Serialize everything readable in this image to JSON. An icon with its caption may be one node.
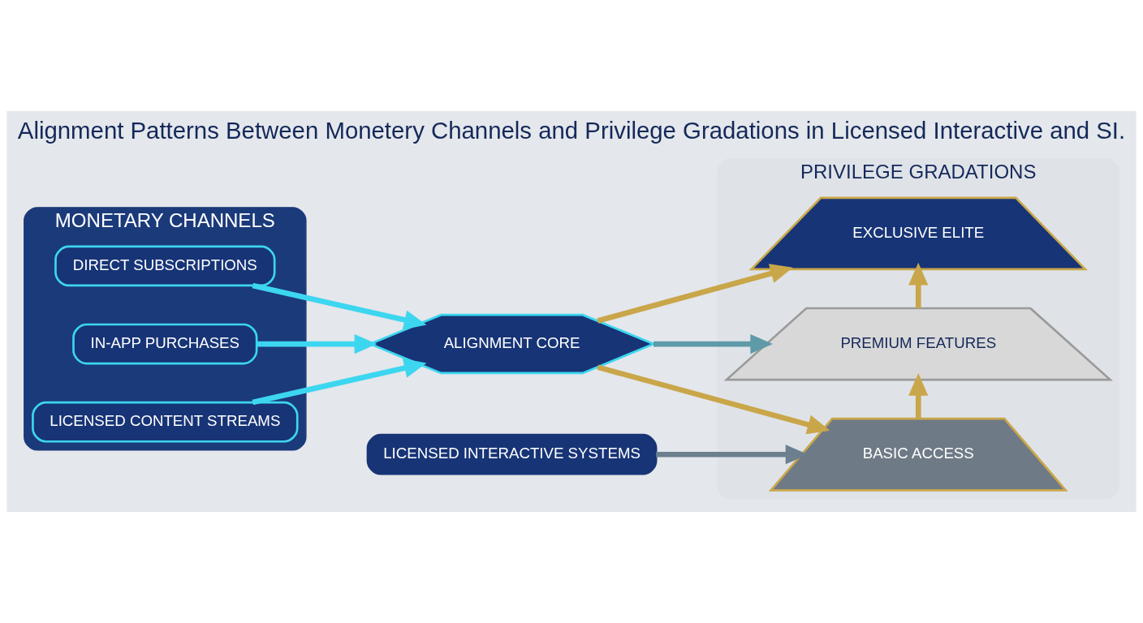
{
  "diagram": {
    "title": "Alignment Patterns Between Monetery Channels and Privilege Gradations in Licensed Interactive and SI.",
    "nodes": [
      {
        "text": [
          "MONETARY CHANNELS"
        ]
      },
      {
        "text": [
          "DIRECT SUBSCRIPTIONS"
        ],
        "in": 0
      },
      {
        "text": [
          "IN-APP PURCHASES"
        ],
        "in": 0
      },
      {
        "text": [
          "LICENSED CONTENT STREAMS"
        ],
        "in": 0
      },
      {
        "text": [
          "ALIGNMENT CORE"
        ]
      },
      {
        "text": [
          "PRIVILEGE GRADATIONS"
        ]
      },
      {
        "text": [
          "EXCLUSIVE ELITE"
        ],
        "in": 5
      },
      {
        "text": [
          "PREMIUM FEATURES"
        ],
        "in": 5
      },
      {
        "text": [
          "BASIC ACCESS"
        ],
        "in": 5
      },
      {
        "text": [
          "LICENSED INTERACTIVE SYSTEMS"
        ]
      }
    ],
    "edges": [
      {
        "from": 1,
        "to": 4,
        "arrow": "to",
        "color": "#3dd6f0"
      },
      {
        "from": 2,
        "to": 4,
        "arrow": "to",
        "color": "#3dd6f0"
      },
      {
        "from": 3,
        "to": 4,
        "arrow": "to",
        "color": "#3dd6f0"
      },
      {
        "from": 4,
        "to": 6,
        "arrow": "to"
      },
      {
        "from": 4,
        "to": 7,
        "arrow": "to",
        "color": "#5f9aa8"
      },
      {
        "from": 4,
        "to": 8,
        "arrow": "to"
      },
      {
        "from": 8,
        "to": 7,
        "arrow": "to"
      },
      {
        "from": 7,
        "to": 6,
        "arrow": "to"
      },
      {
        "from": 9,
        "to": 8,
        "arrow": "to",
        "color": "#6b7f8f"
      }
    ]
  }
}
